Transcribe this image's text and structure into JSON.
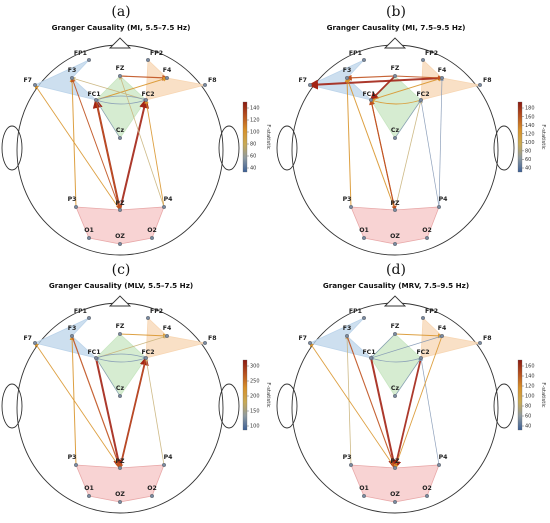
{
  "panels": [
    {
      "letter": "(a)",
      "title": "Granger Causality (MI, 5.5–7.5 Hz)",
      "colorbar_label": "F-statistic",
      "colorbar_ticks": [
        "140",
        "120",
        "100",
        "80",
        "60",
        "40"
      ],
      "colorbar_colors": [
        "#8b1a12",
        "#b8521f",
        "#d8912a",
        "#c9aa55",
        "#8e9aa1",
        "#3b5f96"
      ]
    },
    {
      "letter": "(b)",
      "title": "Granger Causality (MI, 7.5–9.5 Hz)",
      "colorbar_label": "F-statistic",
      "colorbar_ticks": [
        "180",
        "160",
        "140",
        "120",
        "100",
        "80",
        "60",
        "40"
      ],
      "colorbar_colors": [
        "#8b1a12",
        "#b8521f",
        "#d8912a",
        "#c9aa55",
        "#8e9aa1",
        "#3b5f96"
      ]
    },
    {
      "letter": "(c)",
      "title": "Granger Causality (MLV, 5.5–7.5 Hz)",
      "colorbar_label": "F-statistic",
      "colorbar_ticks": [
        "300",
        "250",
        "200",
        "150",
        "100"
      ],
      "colorbar_colors": [
        "#8b1a12",
        "#b8521f",
        "#d8912a",
        "#c9aa55",
        "#8e9aa1",
        "#3b5f96"
      ]
    },
    {
      "letter": "(d)",
      "title": "Granger Causality (MRV, 7.5–9.5 Hz)",
      "colorbar_label": "F-statistic",
      "colorbar_ticks": [
        "160",
        "140",
        "120",
        "100",
        "80",
        "60",
        "40"
      ],
      "colorbar_colors": [
        "#8b1a12",
        "#b8521f",
        "#d8912a",
        "#c9aa55",
        "#8e9aa1",
        "#3b5f96"
      ]
    }
  ],
  "electrodes": [
    "FP1",
    "FP2",
    "FZ",
    "F7",
    "F3",
    "F4",
    "F8",
    "FC1",
    "FC2",
    "Cz",
    "P3",
    "PZ",
    "P4",
    "O1",
    "OZ",
    "O2"
  ],
  "region_colors": {
    "left_frontal": "#bcd4ea",
    "right_frontal": "#f7d6b3",
    "central": "#c8e6c2",
    "parietal_occipital": "#f6c8c8"
  },
  "arrow_colors": {
    "strong": "#a32415",
    "high": "#c0521f",
    "mid": "#d9962e",
    "low": "#c9b27a",
    "weak": "#7f95b2"
  }
}
